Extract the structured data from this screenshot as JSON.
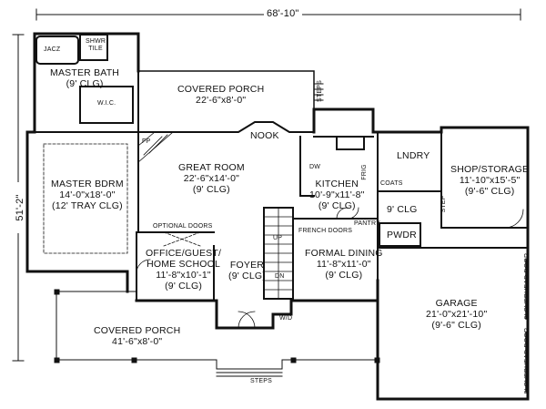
{
  "dimensions": {
    "overall_width": "68'-10\"",
    "overall_depth": "51'-2\""
  },
  "rooms": {
    "master_bath": {
      "name": "MASTER BATH",
      "size": "",
      "ceiling": "(9' CLG)"
    },
    "shower": {
      "line1": "SHWR",
      "line2": "TILE"
    },
    "jacuzzi": "JACZ",
    "wic": "W.I.C.",
    "covered_porch_rear": {
      "name": "COVERED PORCH",
      "size": "22'-6\"x8'-0\""
    },
    "nook": "NOOK",
    "master_bdrm": {
      "name": "MASTER BDRM",
      "size": "14'-0\"x18'-0\"",
      "ceiling": "(12' TRAY CLG)"
    },
    "great_room": {
      "name": "GREAT ROOM",
      "size": "22'-6\"x14'-0\"",
      "ceiling": "(9' CLG)"
    },
    "kitchen": {
      "name": "KITCHEN",
      "size": "10'-9\"x11'-8\"",
      "ceiling": "(9' CLG)"
    },
    "laundry": "LNDRY",
    "laundry_ceiling": "9' CLG",
    "shop_storage": {
      "name": "SHOP/STORAGE",
      "size": "11'-10\"x15'-5\"",
      "ceiling": "(9'-6\" CLG)"
    },
    "office": {
      "line1": "OFFICE/GUEST/",
      "line2": "HOME SCHOOL",
      "size": "11'-8\"x10'-1\"",
      "ceiling": "(9' CLG)"
    },
    "foyer": {
      "name": "FOYER",
      "ceiling": "(9' CLG)"
    },
    "formal_dining": {
      "name": "FORMAL DINING",
      "size": "11'-8\"x11'-0\"",
      "ceiling": "(9' CLG)"
    },
    "pwdr": "PWDR",
    "pantry": "PANTRY",
    "garage": {
      "name": "GARAGE",
      "size": "21'-0\"x21'-10\"",
      "ceiling": "(9'-6\" CLG)"
    },
    "covered_porch_front": {
      "name": "COVERED PORCH",
      "size": "41'-6\"x8'-0\""
    }
  },
  "notes": {
    "optional_doors": "OPTIONAL DOORS",
    "french_doors": "FRENCH DOORS",
    "steps_front": "STEPS",
    "steps_rear": "STEPS",
    "step_shop": "STEP",
    "overhead_door_1": "9' OVERHEAD DOOR",
    "overhead_door_2": "9' OVERHEAD DOOR",
    "fp": "FP",
    "dw": "DW",
    "frig": "FRIG",
    "coats": "COATS",
    "up": "UP",
    "dn": "DN",
    "wd": "W/D"
  }
}
